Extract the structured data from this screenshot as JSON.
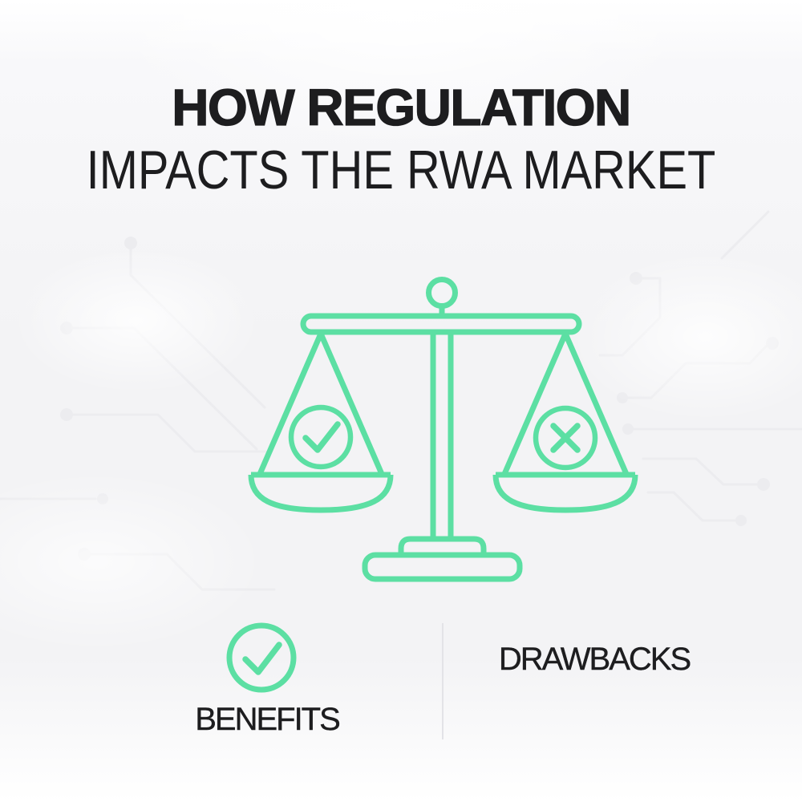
{
  "title": {
    "line1": "HOW REGULATION",
    "line2": "IMPACTS THE RWA MARKET"
  },
  "comparison": {
    "benefits_label": "BENEFITS",
    "drawbacks_label": "DRAWBACKS"
  },
  "icons": {
    "center_illustration": "balance-scale-icon",
    "left_pan_icon": "check-circle-icon",
    "right_pan_icon": "x-circle-icon",
    "benefits_icon": "check-circle-icon",
    "background_decoration": "circuit-pattern"
  },
  "colors": {
    "accent": "#5cdfa3",
    "background": "#f3f3f5",
    "text": "#1d1d1f",
    "circuit": "#ececef",
    "divider": "#e3e3e7"
  }
}
